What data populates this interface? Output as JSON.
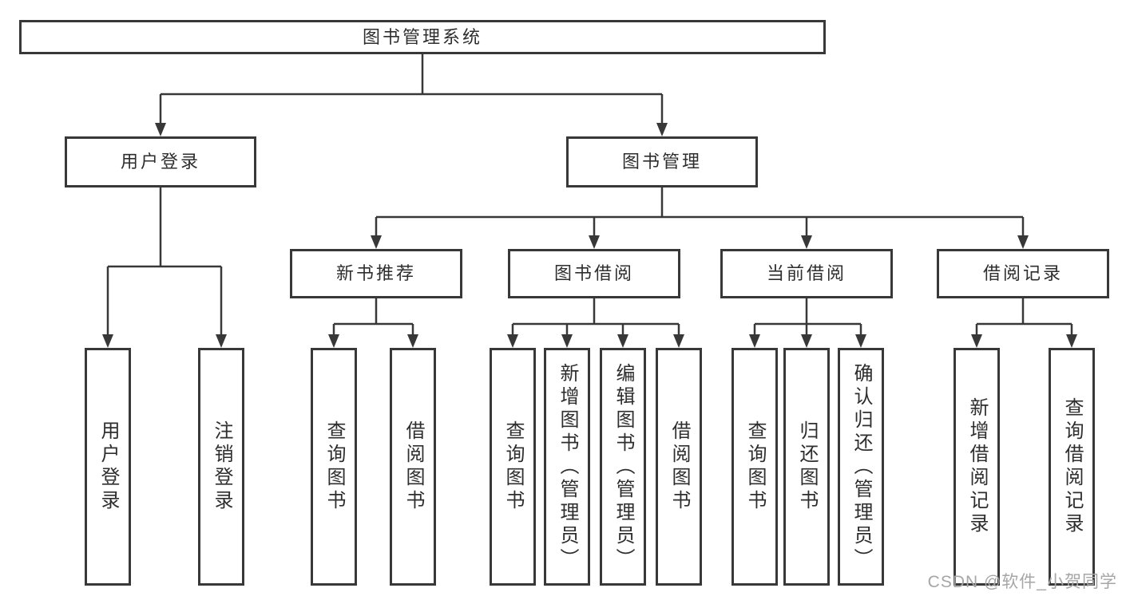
{
  "diagram_title": "图书管理系统",
  "nodes": {
    "root": "图书管理系统",
    "level2": [
      "用户登录",
      "图书管理"
    ],
    "level3": [
      "新书推荐",
      "图书借阅",
      "当前借阅",
      "借阅记录"
    ],
    "leaves": [
      "用户登录",
      "注销登录",
      "查询图书",
      "借阅图书",
      "查询图书",
      "新增图书（管理员）",
      "编辑图书（管理员）",
      "借阅图书",
      "查询图书",
      "归还图书",
      "确认归还（管理员）",
      "新增借阅记录",
      "查询借阅记录"
    ]
  },
  "structure": {
    "图书管理系统": {
      "用户登录": [
        "用户登录",
        "注销登录"
      ],
      "图书管理": {
        "新书推荐": [
          "查询图书",
          "借阅图书"
        ],
        "图书借阅": [
          "查询图书",
          "新增图书（管理员）",
          "编辑图书（管理员）",
          "借阅图书"
        ],
        "当前借阅": [
          "查询图书",
          "归还图书",
          "确认归还（管理员）"
        ],
        "借阅记录": [
          "新增借阅记录",
          "查询借阅记录"
        ]
      }
    }
  },
  "watermark": {
    "text": "CSDN @软件_小贺同学"
  },
  "colors": {
    "line": "#383838",
    "text": "#2e2e2e",
    "watermark": "#a6a6a6",
    "background": "#ffffff"
  }
}
